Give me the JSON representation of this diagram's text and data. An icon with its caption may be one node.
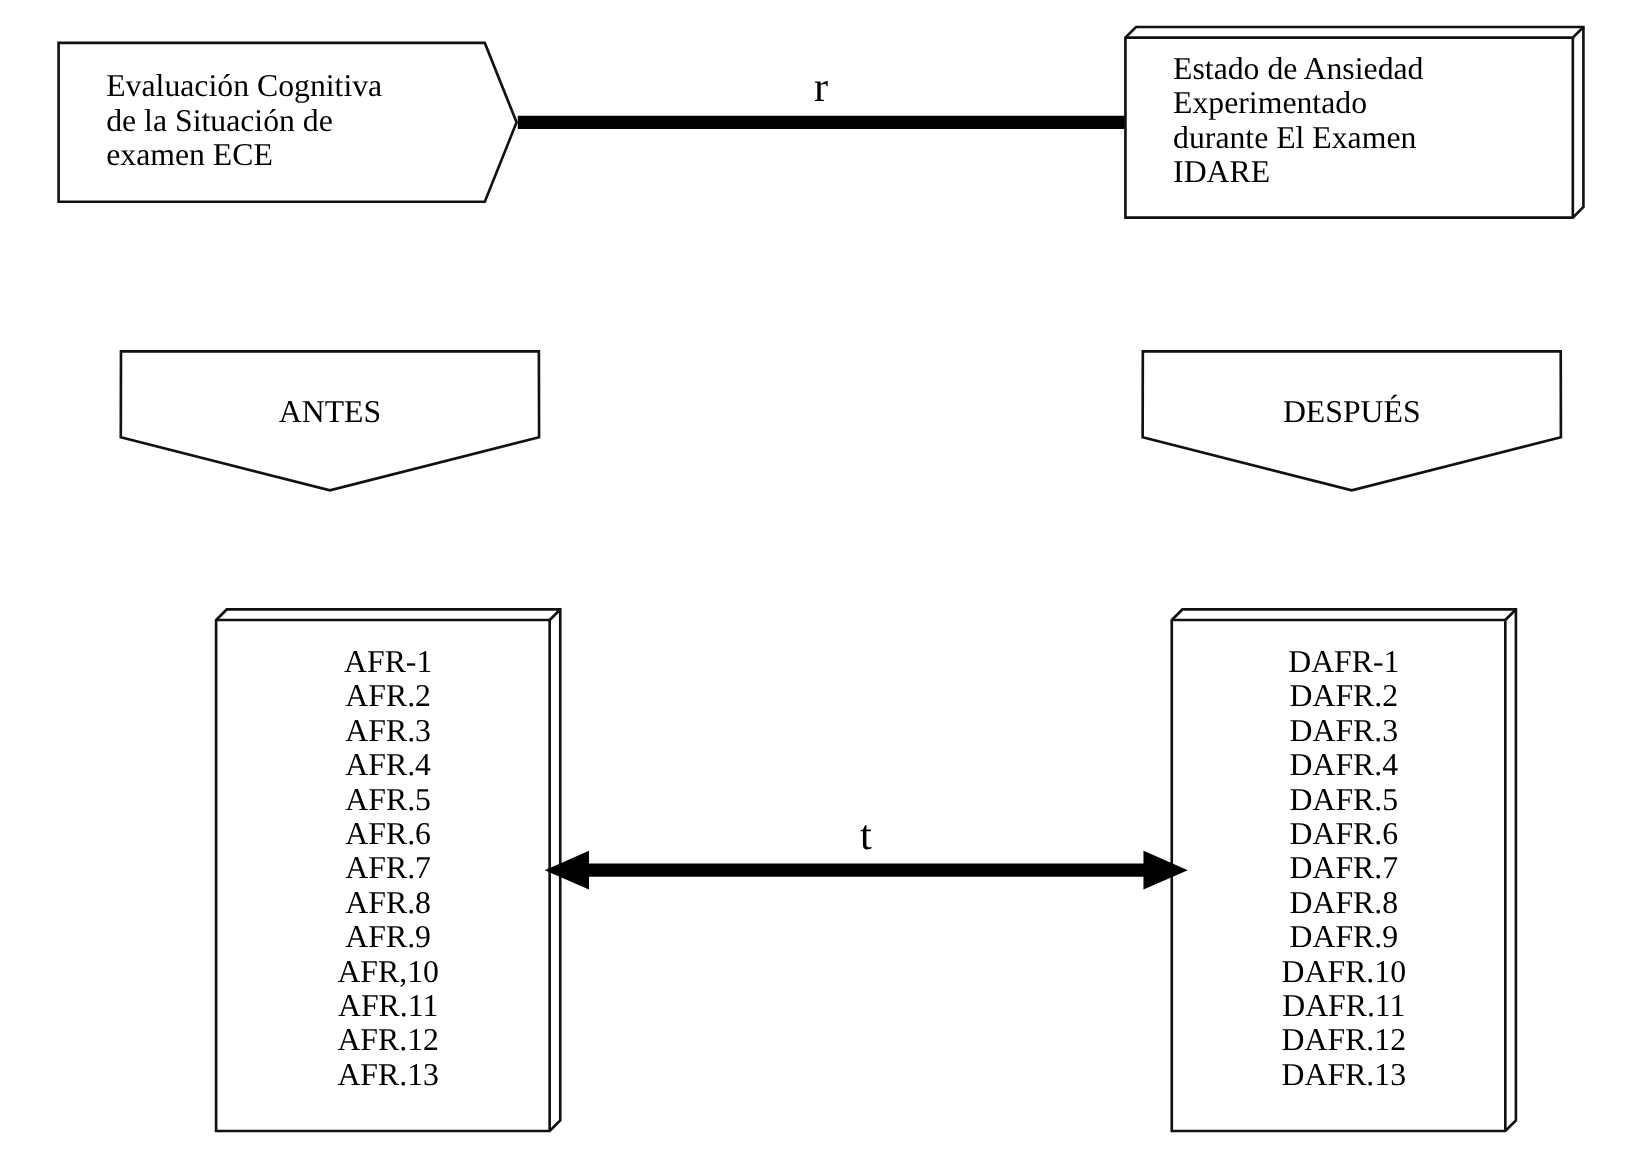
{
  "diagram": {
    "nodes": [
      {
        "text": [
          "Evaluación Cognitiva de la Situación de examen ECE"
        ]
      },
      {
        "text": [
          "Estado de Ansiedad Experimentado durante El Examen IDARE"
        ]
      },
      {
        "text": [
          "ANTES"
        ]
      },
      {
        "text": [
          "DESPUÉS"
        ]
      },
      {
        "text": [
          "AFR-1",
          "AFR.2",
          "AFR.3",
          "AFR.4",
          "AFR.5",
          "AFR.6",
          "AFR.7",
          "AFR.8",
          "AFR.9",
          "AFR,10",
          "AFR.11",
          "AFR.12",
          "AFR.13"
        ]
      },
      {
        "text": [
          "DAFR-1",
          "DAFR.2",
          "DAFR.3",
          "DAFR.4",
          "DAFR.5",
          "DAFR.6",
          "DAFR.7",
          "DAFR.8",
          "DAFR.9",
          "DAFR.10",
          "DAFR.11",
          "DAFR.12",
          "DAFR.13"
        ]
      }
    ],
    "edges": [
      {
        "from": 0,
        "to": 1,
        "arrow": "none",
        "label": "r"
      },
      {
        "from": 4,
        "to": 5,
        "arrow": "both",
        "label": "t"
      }
    ]
  }
}
